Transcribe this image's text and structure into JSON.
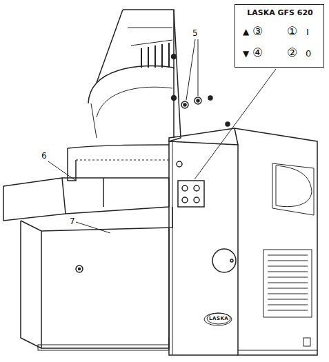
{
  "diagram": {
    "nodes": [
      {
        "text": [
          "LASKA GFS 620"
        ]
      }
    ],
    "labels": [
      "▲",
      "③",
      "①",
      "I",
      "▼",
      "④",
      "②",
      "0",
      "5",
      "6",
      "7",
      "LASKA"
    ]
  }
}
